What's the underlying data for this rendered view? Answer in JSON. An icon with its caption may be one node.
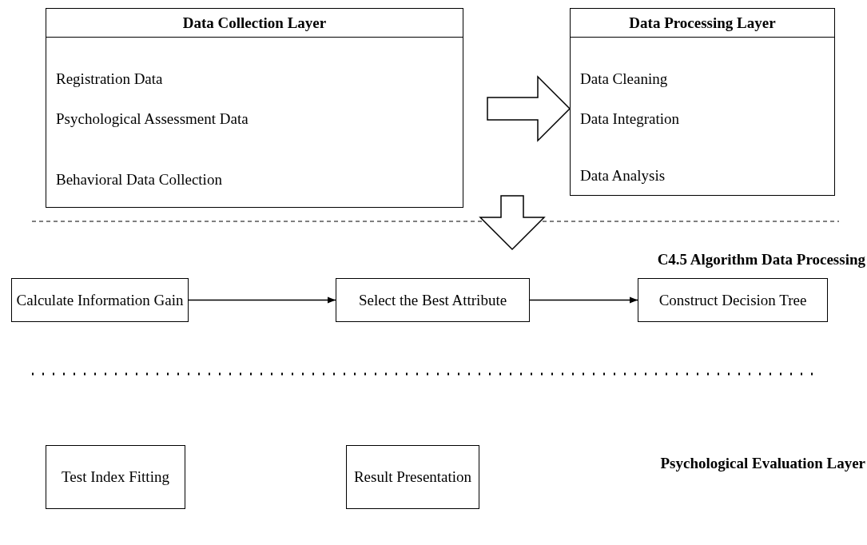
{
  "diagram": {
    "nodes": [
      {
        "text": [
          "Data Collection Layer",
          "Registration Data",
          "Psychological Assessment Data",
          "Behavioral Data Collection"
        ]
      },
      {
        "text": [
          "Data Processing Layer",
          "Data Cleaning",
          "Data Integration",
          "Data Analysis"
        ]
      },
      {
        "text": [
          "Calculate Information Gain"
        ]
      },
      {
        "text": [
          "Select the Best Attribute"
        ]
      },
      {
        "text": [
          "Construct Decision Tree"
        ]
      },
      {
        "text": [
          "Test Index Fitting"
        ]
      },
      {
        "text": [
          "Result Presentation"
        ]
      }
    ],
    "edges": [
      {
        "from": 0,
        "to": 1,
        "arrow": "to",
        "style": "thick"
      },
      {
        "from": 1,
        "to": null,
        "arrow": "to",
        "style": "thick"
      },
      {
        "from": 2,
        "to": 3,
        "arrow": "to"
      },
      {
        "from": 3,
        "to": 4,
        "arrow": "to"
      }
    ],
    "labels": [
      "C4.5 Algorithm Data Processing",
      "Psychological Evaluation Layer"
    ]
  }
}
